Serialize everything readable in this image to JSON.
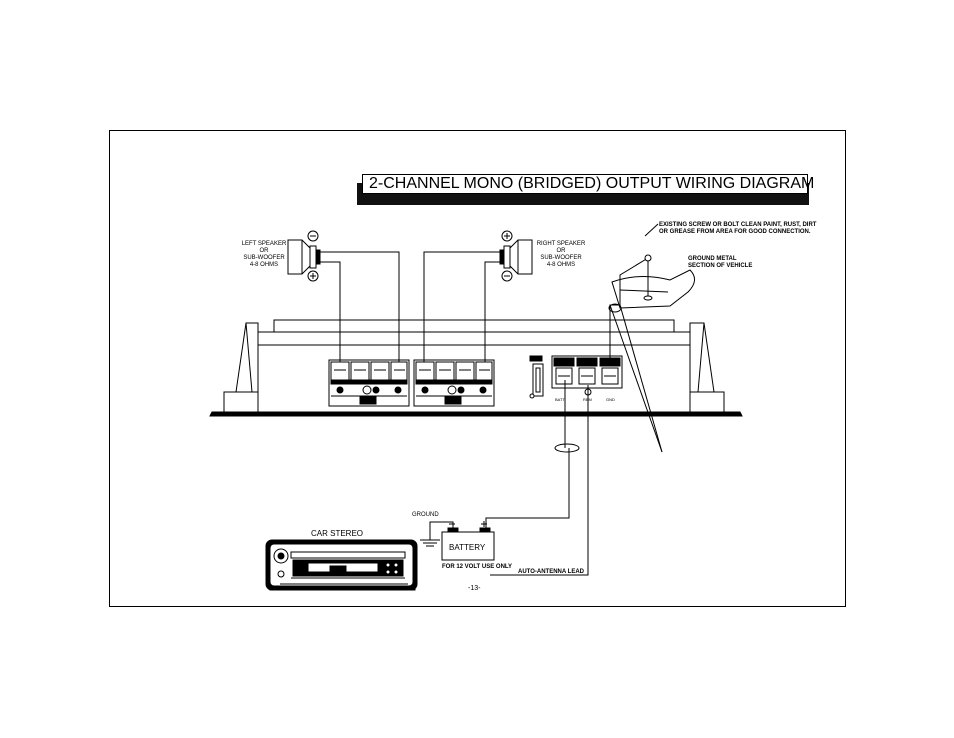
{
  "title": "2-CHANNEL MONO (BRIDGED) OUTPUT WIRING DIAGRAM",
  "left_speaker": [
    "LEFT SPEAKER",
    "OR",
    "SUB-WOOFER",
    "4-8 OHMS"
  ],
  "right_speaker": [
    "RIGHT SPEAKER",
    "OR",
    "SUB-WOOFER",
    "4-8 OHMS"
  ],
  "ground_note": [
    "EXISTING SCREW OR BOLT CLEAN PAINT, RUST, DIRT",
    "OR GREASE FROM AREA FOR GOOD CONNECTION."
  ],
  "ground_metal": [
    "GROUND METAL",
    "SECTION OF VEHICLE"
  ],
  "ground_label": "GROUND",
  "battery_label": "BATTERY",
  "battery_note": "FOR 12 VOLT USE ONLY",
  "antenna_label": "AUTO-ANTENNA LEAD",
  "car_stereo_label": "CAR STEREO",
  "terminal_labels": [
    "BATT",
    "REM",
    "GND"
  ],
  "page_number": "-13-"
}
